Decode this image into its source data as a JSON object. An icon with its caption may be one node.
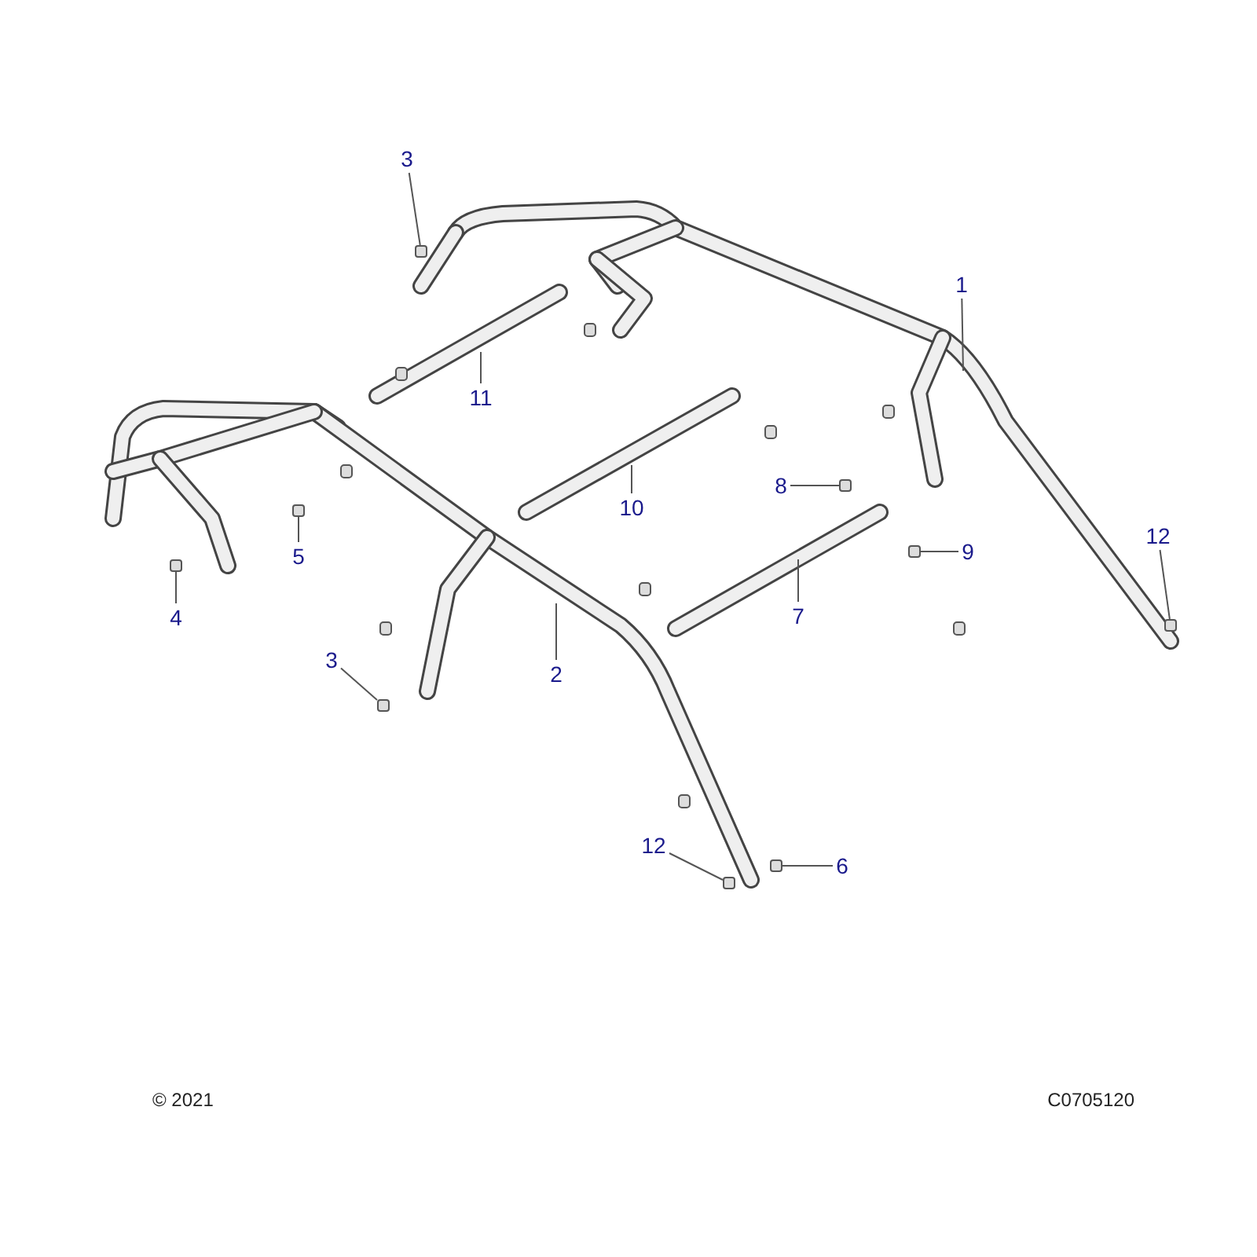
{
  "diagram": {
    "nodes": [
      {
        "text": [
          "3"
        ]
      },
      {
        "text": [
          "1"
        ]
      },
      {
        "text": [
          "11"
        ]
      },
      {
        "text": [
          "8"
        ]
      },
      {
        "text": [
          "10"
        ]
      },
      {
        "text": [
          "5"
        ]
      },
      {
        "text": [
          "9"
        ]
      },
      {
        "text": [
          "4"
        ]
      },
      {
        "text": [
          "12"
        ]
      },
      {
        "text": [
          "7"
        ]
      },
      {
        "text": [
          "2"
        ]
      },
      {
        "text": [
          "3"
        ]
      },
      {
        "text": [
          "12"
        ]
      },
      {
        "text": [
          "6"
        ]
      },
      {
        "text": [],
        "shape": "box"
      },
      {
        "text": [],
        "shape": "box"
      },
      {
        "text": [],
        "shape": "box"
      },
      {
        "text": [],
        "shape": "box"
      },
      {
        "text": [],
        "shape": "box"
      },
      {
        "text": [],
        "shape": "box"
      },
      {
        "text": [],
        "shape": "box"
      },
      {
        "text": [],
        "shape": "box"
      },
      {
        "text": [],
        "shape": "box"
      }
    ],
    "edges": [
      {
        "from": 0,
        "to": 14,
        "arrow": "none"
      },
      {
        "from": 1,
        "to": null,
        "arrow": "none"
      },
      {
        "from": 2,
        "to": null,
        "arrow": "none"
      },
      {
        "from": 3,
        "to": 15,
        "arrow": "none"
      },
      {
        "from": 4,
        "to": null,
        "arrow": "none"
      },
      {
        "from": 5,
        "to": 16,
        "arrow": "none"
      },
      {
        "from": 6,
        "to": 17,
        "arrow": "none"
      },
      {
        "from": 7,
        "to": 18,
        "arrow": "none"
      },
      {
        "from": 8,
        "to": 19,
        "arrow": "none"
      },
      {
        "from": 9,
        "to": null,
        "arrow": "none"
      },
      {
        "from": 10,
        "to": null,
        "arrow": "none"
      },
      {
        "from": 11,
        "to": 20,
        "arrow": "none"
      },
      {
        "from": 12,
        "to": 21,
        "arrow": "none"
      },
      {
        "from": 13,
        "to": 22,
        "arrow": "none"
      }
    ],
    "labels": [
      "© 2021",
      "C0705120"
    ]
  }
}
